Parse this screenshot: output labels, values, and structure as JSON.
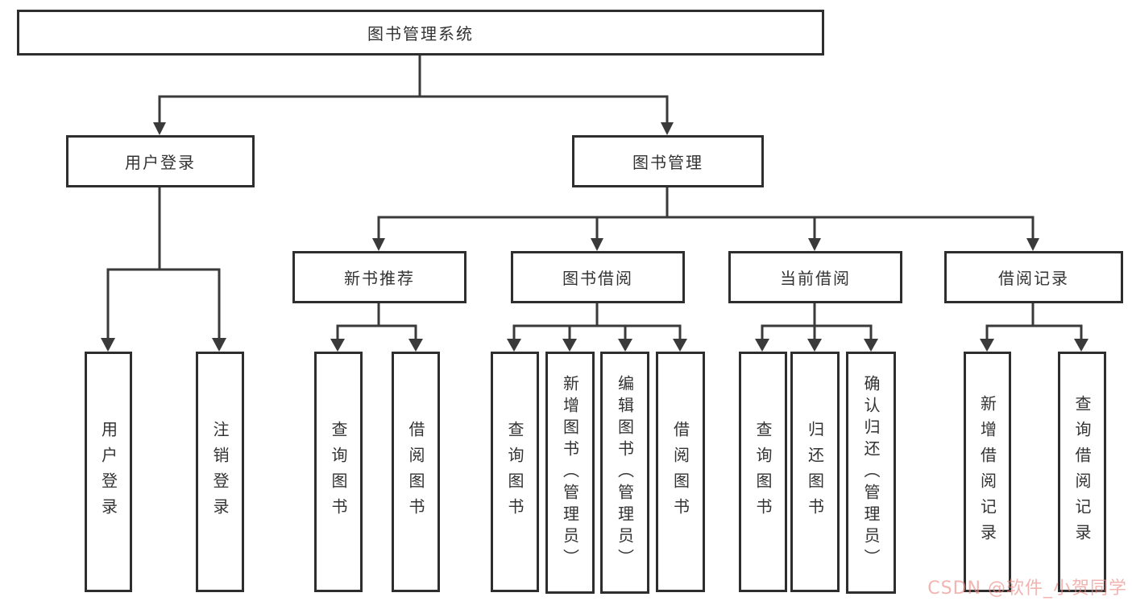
{
  "diagram": {
    "tree": {
      "label": "图书管理系统",
      "children": [
        {
          "label": "用户登录",
          "children": [
            {
              "label": "用户登录"
            },
            {
              "label": "注销登录"
            }
          ]
        },
        {
          "label": "图书管理",
          "children": [
            {
              "label": "新书推荐",
              "children": [
                {
                  "label": "查询图书"
                },
                {
                  "label": "借阅图书"
                }
              ]
            },
            {
              "label": "图书借阅",
              "children": [
                {
                  "label": "查询图书"
                },
                {
                  "label": "新增图书（管理员）"
                },
                {
                  "label": "编辑图书（管理员）"
                },
                {
                  "label": "借阅图书"
                }
              ]
            },
            {
              "label": "当前借阅",
              "children": [
                {
                  "label": "查询图书"
                },
                {
                  "label": "归还图书"
                },
                {
                  "label": "确认归还（管理员）"
                }
              ]
            },
            {
              "label": "借阅记录",
              "children": [
                {
                  "label": "新增借阅记录"
                },
                {
                  "label": "查询借阅记录"
                }
              ]
            }
          ]
        }
      ]
    },
    "colors": {
      "line": "#3a3a3a",
      "box_border": "#2e2e2e",
      "box_fill": "#ffffff",
      "text": "#333333",
      "watermark": "#e98c86"
    }
  },
  "watermark": {
    "text": "CSDN @软件_小贺同学"
  }
}
